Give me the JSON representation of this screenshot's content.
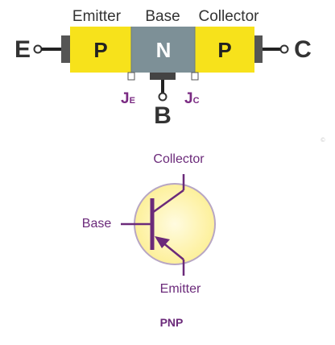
{
  "structure": {
    "regions": [
      {
        "label": "Emitter",
        "layer": "P"
      },
      {
        "label": "Base",
        "layer": "N"
      },
      {
        "label": "Collector",
        "layer": "P"
      }
    ],
    "terminals": {
      "emitter": "E",
      "base": "B",
      "collector": "C"
    },
    "junctions": [
      {
        "main": "J",
        "sub": "E"
      },
      {
        "main": "J",
        "sub": "C"
      }
    ]
  },
  "symbol": {
    "collector_label": "Collector",
    "base_label": "Base",
    "emitter_label": "Emitter",
    "type_label": "PNP"
  },
  "watermark": "©",
  "colors": {
    "p_layer": "#f7e21b",
    "n_layer": "#7d9097",
    "layer_text": "#222222",
    "n_text": "#ffffff",
    "lead": "#222222",
    "terminal_plate": "#555555",
    "accent_purple": "#6b2a7a",
    "symbol_fill": "#fdf3a4"
  }
}
